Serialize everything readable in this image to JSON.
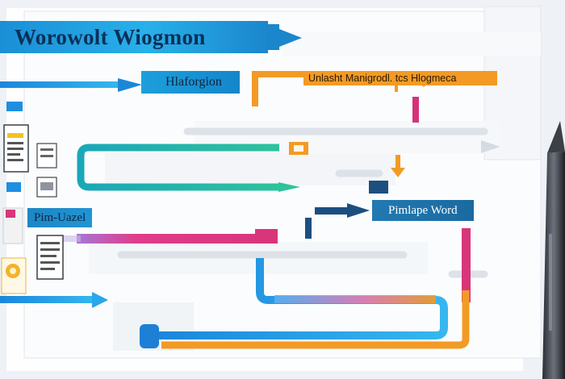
{
  "title": "Worowolt Wiogmon",
  "labels": {
    "hlaforgion": "Hlaforgion",
    "orange_label": "Unlasht  Manigrodl.   tcs  Hlogmeca",
    "pimlape": "Pimlape  Word",
    "pimuazel": "Pim-Uazel"
  },
  "colors": {
    "background": "#f2f4f7",
    "blue": "#1e8fe0",
    "teal": "#16b4a8",
    "magenta": "#d8357a",
    "orange": "#f39a25",
    "navy": "#1c4f80"
  },
  "icons": [
    "document-icon",
    "folder-icon",
    "bookmark-icon",
    "stylus-pen-icon"
  ]
}
